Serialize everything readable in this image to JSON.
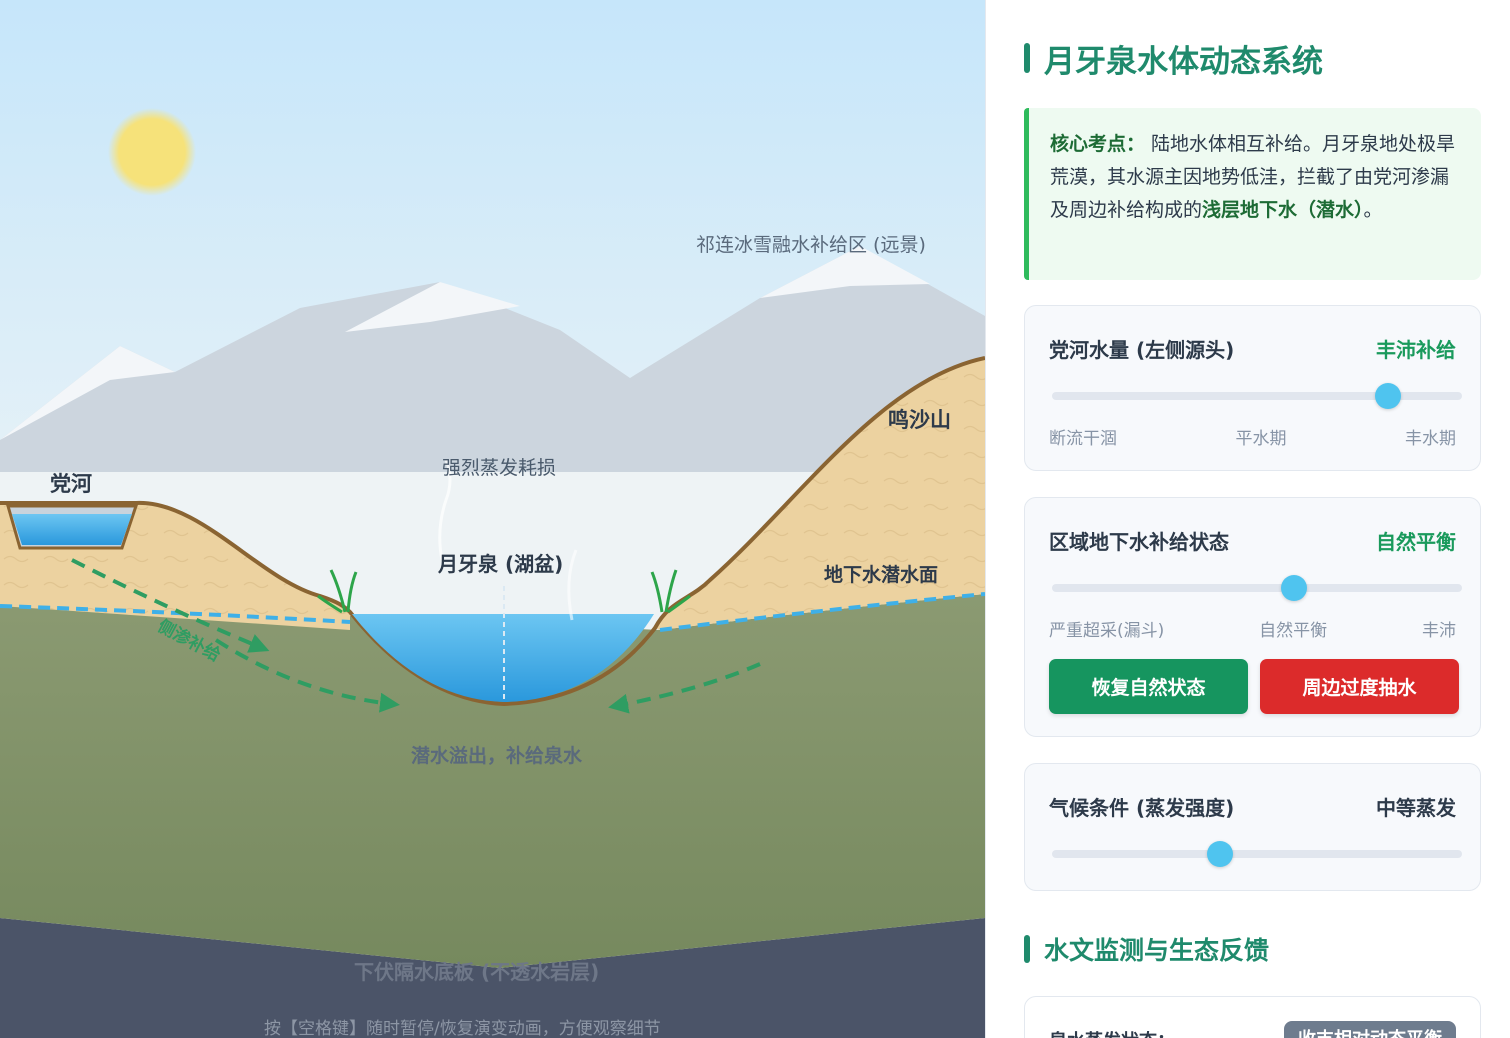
{
  "scene": {
    "labels": {
      "qilian": "祁连冰雪融水补给区 (远景)",
      "dang_river": "党河",
      "evaporation": "强烈蒸发耗损",
      "mingsha": "鸣沙山",
      "crescent_lake": "月牙泉 (湖盆)",
      "water_table": "地下水潜水面",
      "side_seepage": "侧渗补给",
      "overflow": "潜水溢出，补给泉水",
      "aquiclude": "下伏隔水底板 (不透水岩层)",
      "hint": "按【空格键】随时暂停/恢复演变动画，方便观察细节"
    },
    "colors": {
      "sky_top": "#c6e6fa",
      "sky_bottom": "#eef4f6",
      "sun": "#f6e27a",
      "mountain": "#ccd5de",
      "snow": "#f3f6f9",
      "sand": "#ecd2a0",
      "sand_edge": "#8a6432",
      "aquifer": "#81956a",
      "bedrock": "#4b5468",
      "water": "#3aa8e4",
      "water_table_line": "#3fb0e8",
      "flow_arrow": "#2f9d62"
    }
  },
  "panel": {
    "title": "月牙泉水体动态系统",
    "core": {
      "key": "核心考点：",
      "text_before": " 陆地水体相互补给。月牙泉地处极旱荒漠，其水源主因地势低洼，拦截了由党河渗漏及周边补给构成的",
      "highlight": "浅层地下水（潜水）",
      "text_after": "。"
    },
    "river_card": {
      "title": "党河水量 (左侧源头)",
      "value": "丰沛补给",
      "level": 0.82,
      "ticks": [
        "断流干涸",
        "平水期",
        "丰水期"
      ]
    },
    "groundwater_card": {
      "title": "区域地下水补给状态",
      "value": "自然平衡",
      "level": 0.59,
      "ticks": [
        "严重超采(漏斗)",
        "自然平衡",
        "丰沛"
      ],
      "restore_button": "恢复自然状态",
      "pump_button": "周边过度抽水"
    },
    "climate_card": {
      "title": "气候条件 (蒸发强度)",
      "value": "中等蒸发",
      "level": 0.41
    },
    "monitor_title": "水文监测与生态反馈",
    "monitor": {
      "label": "泉水蒸发状态：",
      "badge": "收支相对动态平衡"
    }
  }
}
